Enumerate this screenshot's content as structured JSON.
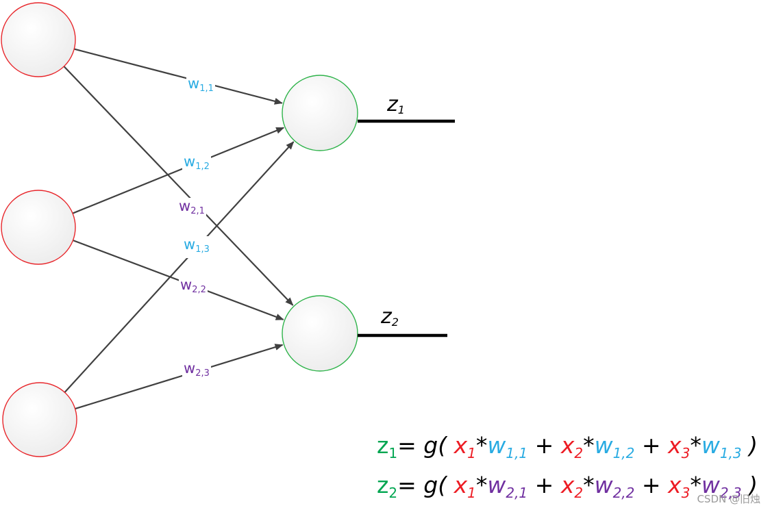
{
  "inputs": [
    {
      "id": "x1"
    },
    {
      "id": "x2"
    },
    {
      "id": "x3"
    }
  ],
  "outputs": [
    {
      "id": "z1",
      "symbol": "z",
      "subscript": "1"
    },
    {
      "id": "z2",
      "symbol": "z",
      "subscript": "2"
    }
  ],
  "edges": [
    {
      "from": "x1",
      "to": "z1",
      "label": "w",
      "sub": "1,1",
      "group": "w1"
    },
    {
      "from": "x2",
      "to": "z1",
      "label": "w",
      "sub": "1,2",
      "group": "w1"
    },
    {
      "from": "x3",
      "to": "z1",
      "label": "w",
      "sub": "1,3",
      "group": "w1"
    },
    {
      "from": "x1",
      "to": "z2",
      "label": "w",
      "sub": "2,1",
      "group": "w2"
    },
    {
      "from": "x2",
      "to": "z2",
      "label": "w",
      "sub": "2,2",
      "group": "w2"
    },
    {
      "from": "x3",
      "to": "z2",
      "label": "w",
      "sub": "2,3",
      "group": "w2"
    }
  ],
  "colors": {
    "input_stroke": "#e8262b",
    "output_stroke": "#2eb34a",
    "node_fill": "#f2f2f2",
    "edge": "#404040",
    "w1": "#29abe2",
    "w2": "#7030a0",
    "x": "#ed1c24",
    "z": "#00a651"
  },
  "formulas": [
    {
      "lhs": "z",
      "lhs_sub": "1",
      "eq": "= g(",
      "terms": [
        {
          "x": "x",
          "x_sub": "1",
          "w": "w",
          "w_sub": "1,1"
        },
        {
          "x": "x",
          "x_sub": "2",
          "w": "w",
          "w_sub": "1,2"
        },
        {
          "x": "x",
          "x_sub": "3",
          "w": "w",
          "w_sub": "1,3"
        }
      ],
      "mul": "*",
      "plus": "+",
      "close": ")"
    },
    {
      "lhs": "z",
      "lhs_sub": "2",
      "eq": "= g(",
      "terms": [
        {
          "x": "x",
          "x_sub": "1",
          "w": "w",
          "w_sub": "2,1"
        },
        {
          "x": "x",
          "x_sub": "2",
          "w": "w",
          "w_sub": "2,2"
        },
        {
          "x": "x",
          "x_sub": "3",
          "w": "w",
          "w_sub": "2,3"
        }
      ],
      "mul": "*",
      "plus": "+",
      "close": ")"
    }
  ],
  "watermark": "CSDN @旧烛"
}
